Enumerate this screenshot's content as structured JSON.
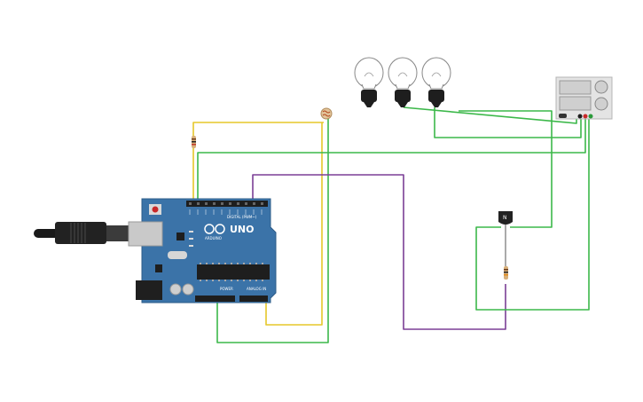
{
  "board": {
    "model_label": "UNO",
    "brand_label": "ARDUINO",
    "digital_label": "DIGITAL (PWM~)",
    "power_label": "POWER",
    "analog_label": "ANALOG IN",
    "color": "#3b73a8"
  },
  "components": {
    "bulbs": [
      "bulb-1",
      "bulb-2",
      "bulb-3"
    ],
    "transistor_label": "N",
    "power_supply": "power-supply"
  },
  "wire_colors": {
    "green": "#3cb84a",
    "yellow": "#e5c72a",
    "purple": "#7b3f96"
  }
}
